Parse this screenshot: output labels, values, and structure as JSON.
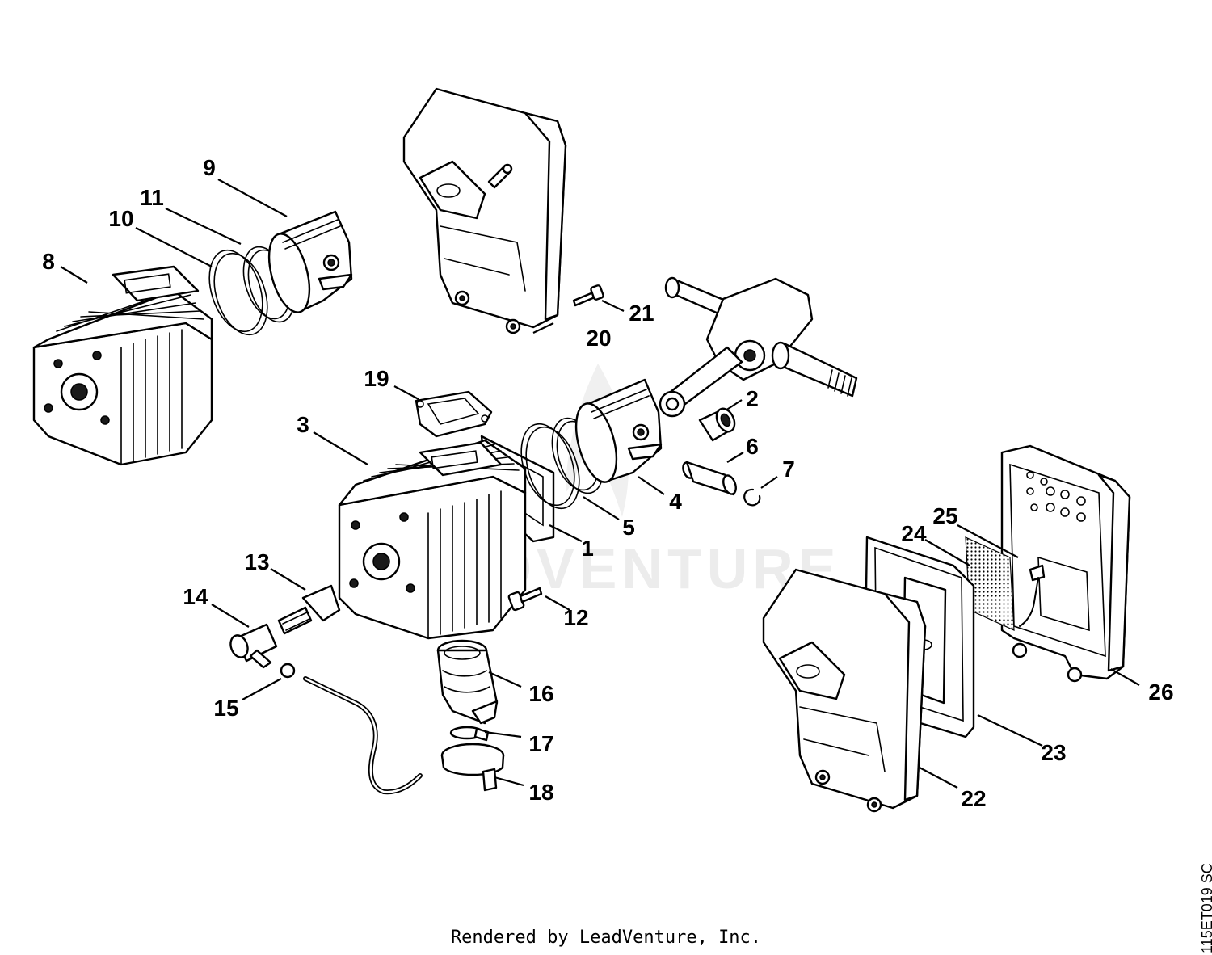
{
  "diagram": {
    "callouts": {
      "c1": "1",
      "c2": "2",
      "c3": "3",
      "c4": "4",
      "c5": "5",
      "c6": "6",
      "c7": "7",
      "c8": "8",
      "c9": "9",
      "c10": "10",
      "c11": "11",
      "c12": "12",
      "c13": "13",
      "c14": "14",
      "c15": "15",
      "c16": "16",
      "c17": "17",
      "c18": "18",
      "c19": "19",
      "c20": "20",
      "c21": "21",
      "c22": "22",
      "c23": "23",
      "c24": "24",
      "c25": "25",
      "c26": "26"
    },
    "drawing_code": "115ET019 SC",
    "credit": "Rendered by LeadVenture, Inc.",
    "watermark": "LEADVENTURE"
  }
}
